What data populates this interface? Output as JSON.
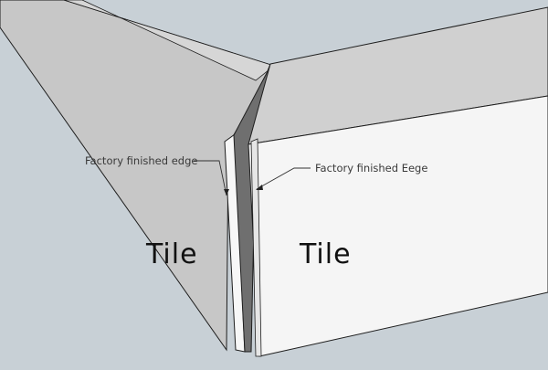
{
  "callouts": {
    "left": "Factory finished edge",
    "right": "Factory finished Eege"
  },
  "labels": {
    "left_tile": "Tile",
    "right_tile": "Tile"
  },
  "colors": {
    "background": "#c8d0d6",
    "left_tile_face": "#c9c9c9",
    "left_tile_top": "#bdbdbd",
    "right_tile_face": "#f4f4f4",
    "right_tile_top": "#cfcfcf",
    "edge_dark": "#6f6f6f",
    "outline": "#1e1e1e"
  }
}
